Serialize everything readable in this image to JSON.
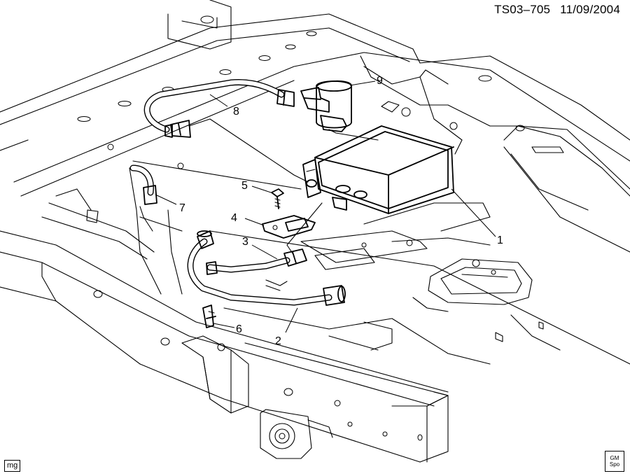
{
  "header": {
    "code": "TS03–705",
    "date": "11/09/2004"
  },
  "footer": {
    "stamp": "mg",
    "logo_line1": "GM",
    "logo_line2": "Spo"
  },
  "callouts": [
    {
      "id": "1",
      "label": "1"
    },
    {
      "id": "2",
      "label": "2"
    },
    {
      "id": "3",
      "label": "3"
    },
    {
      "id": "4",
      "label": "4"
    },
    {
      "id": "5",
      "label": "5"
    },
    {
      "id": "6",
      "label": "6"
    },
    {
      "id": "7",
      "label": "7"
    },
    {
      "id": "8",
      "label": "8"
    },
    {
      "id": "9",
      "label": "9"
    }
  ],
  "colors": {
    "line": "#000000",
    "background": "#ffffff"
  }
}
